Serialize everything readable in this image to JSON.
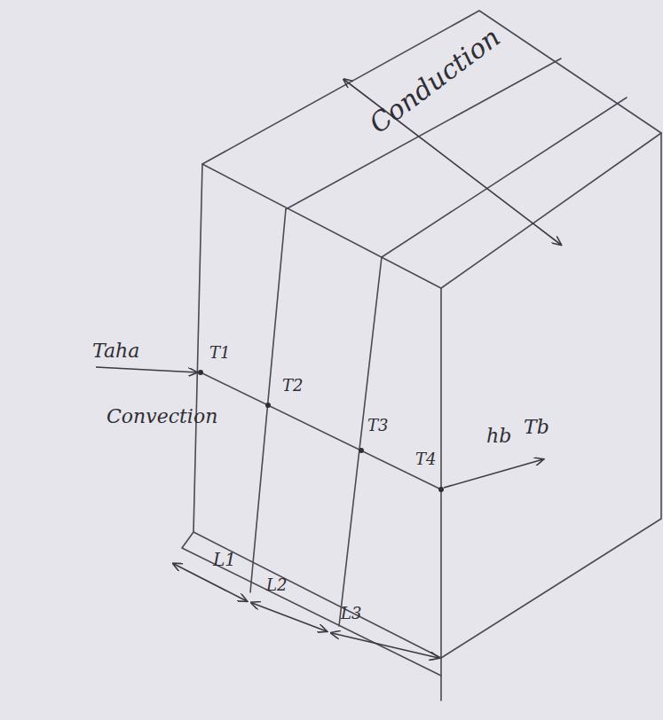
{
  "diagram": {
    "labels": [
      "Conduction",
      "Taha",
      "Convection",
      "T1",
      "T2",
      "T3",
      "T4",
      "hb",
      "Tb",
      "L1",
      "L2",
      "L3"
    ]
  }
}
